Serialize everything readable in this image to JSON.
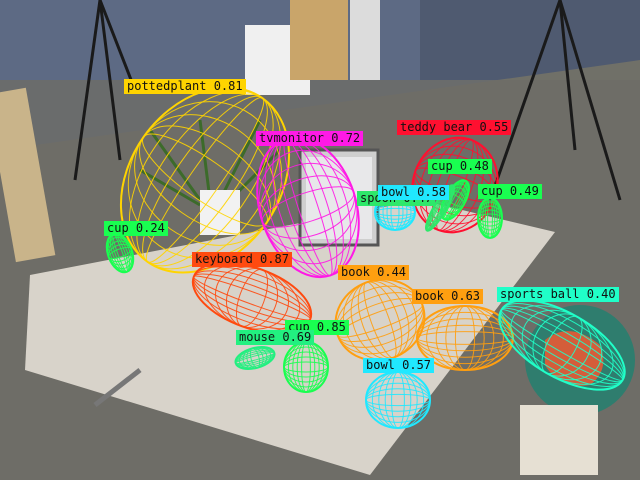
{
  "scene": {
    "description_colors": {
      "wall": "#5b6780",
      "floor": "#6f6f6a",
      "table": "#d9d4cb",
      "monitor": "#c9c9c9"
    }
  },
  "detections": [
    {
      "id": "pottedplant",
      "label": "pottedplant 0.81",
      "color": "#ffd400"
    },
    {
      "id": "tvmonitor",
      "label": "tvmonitor 0.72",
      "color": "#ff19e6"
    },
    {
      "id": "teddybear",
      "label": "teddy bear 0.55",
      "color": "#ff1030"
    },
    {
      "id": "cup-048",
      "label": "cup 0.48",
      "color": "#19ff50"
    },
    {
      "id": "cup-049",
      "label": "cup 0.49",
      "color": "#19ff50"
    },
    {
      "id": "spoon",
      "label": "spoon 0.47",
      "color": "#2ee86a"
    },
    {
      "id": "bowl-hidden",
      "label": "bowl 0.58",
      "color": "#20e8ff"
    },
    {
      "id": "cup-024",
      "label": "cup 0.24",
      "color": "#19ff50"
    },
    {
      "id": "keyboard",
      "label": "keyboard 0.87",
      "color": "#ff4a10"
    },
    {
      "id": "book-044",
      "label": "book 0.44",
      "color": "#ff9f10"
    },
    {
      "id": "book-063",
      "label": "book 0.63",
      "color": "#ff9f10"
    },
    {
      "id": "sportsball",
      "label": "sports ball 0.40",
      "color": "#20ffc8"
    },
    {
      "id": "cup-085",
      "label": "cup 0.85",
      "color": "#19ff50"
    },
    {
      "id": "mouse",
      "label": "mouse 0.69",
      "color": "#22f080"
    },
    {
      "id": "bowl-057",
      "label": "bowl 0.57",
      "color": "#20e8ff"
    }
  ]
}
